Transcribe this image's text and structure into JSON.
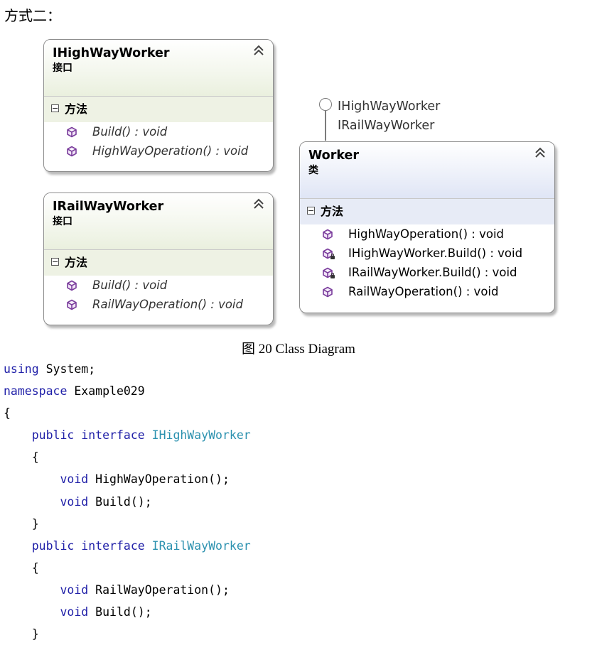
{
  "heading": "方式二：",
  "diagram": {
    "interfaces": [
      {
        "name": "IHighWayWorker",
        "kind": "接口",
        "section": "方法",
        "members": [
          "Build() : void",
          "HighWayOperation() : void"
        ]
      },
      {
        "name": "IRailWayWorker",
        "kind": "接口",
        "section": "方法",
        "members": [
          "Build() : void",
          "RailWayOperation() : void"
        ]
      }
    ],
    "worker": {
      "name": "Worker",
      "kind": "类",
      "section": "方法",
      "implements": [
        "IHighWayWorker",
        "IRailWayWorker"
      ],
      "members": [
        "HighWayOperation() : void",
        "IHighWayWorker.Build() : void",
        "IRailWayWorker.Build() : void",
        "RailWayOperation() : void"
      ]
    },
    "colors": {
      "interface_header": "#eaf0de",
      "class_header": "#dfe5f5",
      "member_icon": "#7a3d9c"
    },
    "icons": {
      "collapse": "double-chevron-up-icon",
      "method": "method-cube-icon",
      "private_method": "private-method-icon",
      "lollipop": "interface-lollipop-icon"
    }
  },
  "caption": "图 20 Class Diagram",
  "code": {
    "colors": {
      "keyword": "#2020a8",
      "type": "#2b91af"
    },
    "lines": [
      [
        {
          "t": "using",
          "k": "kw"
        },
        {
          "t": " System;",
          "k": "pl"
        }
      ],
      [
        {
          "t": "namespace",
          "k": "kw"
        },
        {
          "t": " Example029",
          "k": "pl"
        }
      ],
      [
        {
          "t": "{",
          "k": "pl"
        }
      ],
      [
        {
          "t": "    ",
          "k": "pl"
        },
        {
          "t": "public",
          "k": "kw"
        },
        {
          "t": " ",
          "k": "pl"
        },
        {
          "t": "interface",
          "k": "kw"
        },
        {
          "t": " ",
          "k": "pl"
        },
        {
          "t": "IHighWayWorker",
          "k": "ty"
        }
      ],
      [
        {
          "t": "    {",
          "k": "pl"
        }
      ],
      [
        {
          "t": "        ",
          "k": "pl"
        },
        {
          "t": "void",
          "k": "kw"
        },
        {
          "t": " HighWayOperation();",
          "k": "pl"
        }
      ],
      [
        {
          "t": "        ",
          "k": "pl"
        },
        {
          "t": "void",
          "k": "kw"
        },
        {
          "t": " Build();",
          "k": "pl"
        }
      ],
      [
        {
          "t": "    }",
          "k": "pl"
        }
      ],
      [
        {
          "t": "    ",
          "k": "pl"
        },
        {
          "t": "public",
          "k": "kw"
        },
        {
          "t": " ",
          "k": "pl"
        },
        {
          "t": "interface",
          "k": "kw"
        },
        {
          "t": " ",
          "k": "pl"
        },
        {
          "t": "IRailWayWorker",
          "k": "ty"
        }
      ],
      [
        {
          "t": "    {",
          "k": "pl"
        }
      ],
      [
        {
          "t": "        ",
          "k": "pl"
        },
        {
          "t": "void",
          "k": "kw"
        },
        {
          "t": " RailWayOperation();",
          "k": "pl"
        }
      ],
      [
        {
          "t": "        ",
          "k": "pl"
        },
        {
          "t": "void",
          "k": "kw"
        },
        {
          "t": " Build();",
          "k": "pl"
        }
      ],
      [
        {
          "t": "    }",
          "k": "pl"
        }
      ]
    ]
  }
}
